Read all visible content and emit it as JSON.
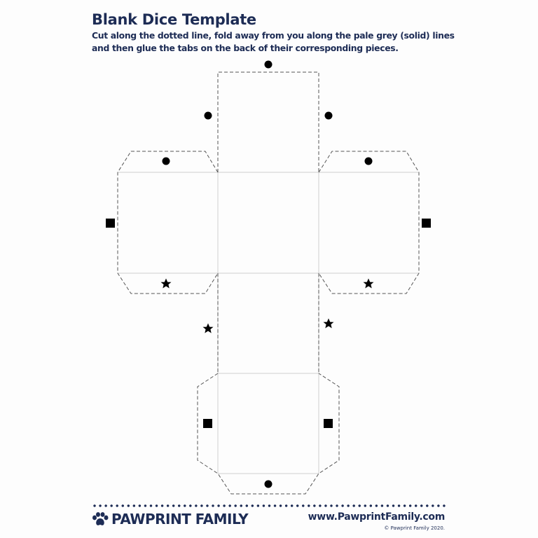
{
  "header": {
    "title": "Blank Dice Template",
    "instructions": "Cut along the dotted line, fold away from you along the pale grey (solid) lines and then glue the tabs on the back of their corresponding pieces."
  },
  "net": {
    "faces": 6,
    "cut_line_style": "dashed",
    "fold_line_style": "solid pale grey",
    "colors": {
      "cut": "#555555",
      "fold": "#cccccc",
      "marker": "#000000",
      "brand": "#1d2c55"
    },
    "markers": [
      {
        "shape": "circle",
        "position": "above top face"
      },
      {
        "shape": "circle",
        "position": "left of top face"
      },
      {
        "shape": "circle",
        "position": "right of top face"
      },
      {
        "shape": "circle",
        "position": "left face top tab"
      },
      {
        "shape": "circle",
        "position": "right face top tab"
      },
      {
        "shape": "square",
        "position": "left of left face"
      },
      {
        "shape": "square",
        "position": "right of right face"
      },
      {
        "shape": "star",
        "position": "left face bottom tab"
      },
      {
        "shape": "star",
        "position": "right face bottom tab"
      },
      {
        "shape": "star",
        "position": "left of lower face"
      },
      {
        "shape": "star",
        "position": "right of lower face"
      },
      {
        "shape": "square",
        "position": "bottom face left tab"
      },
      {
        "shape": "square",
        "position": "bottom face right tab"
      },
      {
        "shape": "circle",
        "position": "bottom face bottom tab"
      }
    ]
  },
  "footer": {
    "brand_name": "PAWPRINT FAMILY",
    "logo_icon": "paw-print-icon",
    "url": "www.PawprintFamily.com",
    "copyright": "© Pawprint Family 2020."
  }
}
